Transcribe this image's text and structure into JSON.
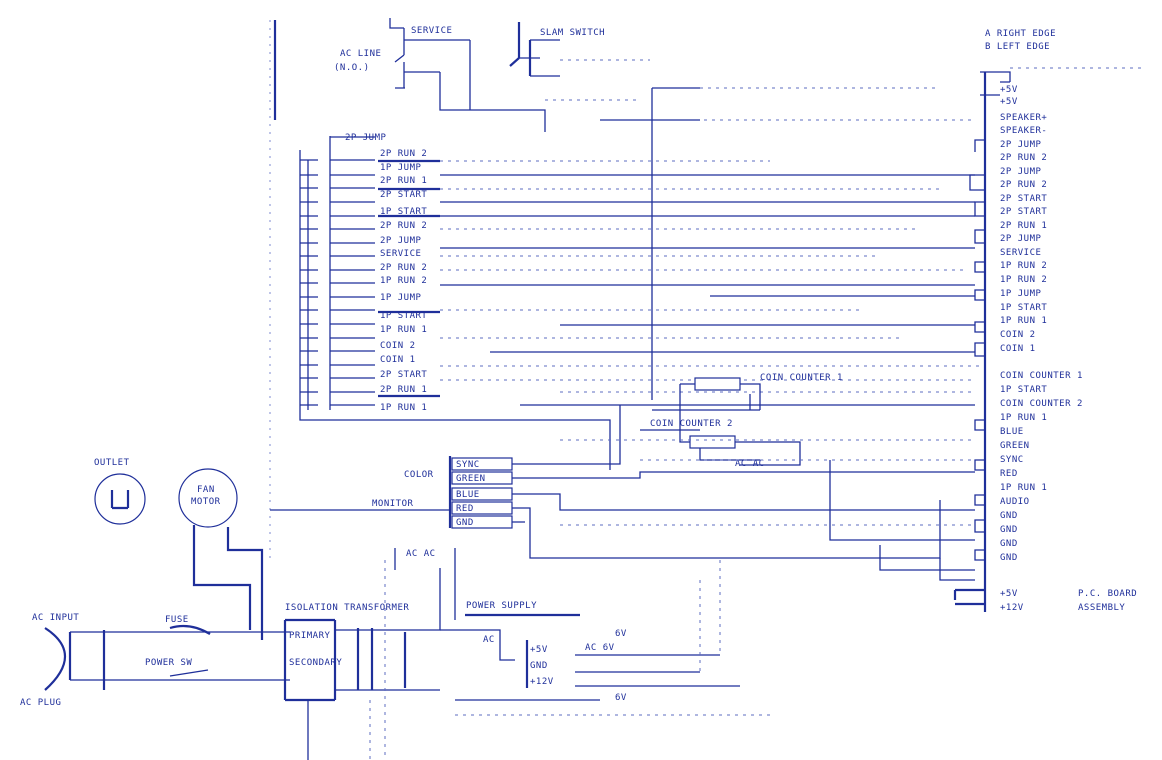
{
  "labels": {
    "ac_line_top": "AC LINE",
    "ac_line_bottom": "(N.O.)",
    "service": "SERVICE",
    "slam_switch": "SLAM SWITCH",
    "outlet": "OUTLET",
    "fan_motor_l1": "FAN",
    "fan_motor_l2": "MOTOR",
    "monitor": "MONITOR",
    "color": "COLOR",
    "sync": "SYNC",
    "green": "GREEN",
    "blue": "BLUE",
    "red": "RED",
    "gnd_mon": "GND",
    "ac_input": "AC INPUT",
    "ac_plug": "AC PLUG",
    "fuse": "FUSE",
    "power_switch": "POWER SW",
    "iso_transformer": "ISOLATION TRANSFORMER",
    "power_supply": "POWER SUPPLY",
    "primary": "PRIMARY",
    "secondary": "SECONDARY",
    "ac": "AC",
    "plus5v": "+5V",
    "gnd": "GND",
    "plus12v": "+12V",
    "six_v": "6V",
    "a6v": "AC 6V",
    "coin_counter_1": "COIN COUNTER 1",
    "coin_counter_2": "COIN COUNTER 2",
    "pc_board_l1": "P.C. BOARD",
    "pc_board_l2": "ASSEMBLY",
    "legend_a": "A  RIGHT EDGE",
    "legend_b": "B  LEFT EDGE",
    "ac_ac": "AC AC"
  },
  "left_switch_labels": [
    "2P JUMP",
    "2P RUN 2",
    "1P JUMP",
    "2P RUN 1",
    "2P START",
    "1P START",
    "2P RUN 2",
    "2P JUMP",
    "SERVICE",
    "2P RUN 2",
    "1P RUN 2",
    "1P JUMP",
    "1P START",
    "1P RUN 1",
    "COIN 2",
    "COIN 1",
    "2P START",
    "2P RUN 1",
    "1P RUN 1"
  ],
  "right_pins": [
    "+5V",
    "+5V",
    "SPEAKER+",
    "SPEAKER-",
    "2P JUMP",
    "2P RUN 2",
    "2P JUMP",
    "2P RUN 2",
    "2P START",
    "2P START",
    "2P RUN 1",
    "2P JUMP",
    "SERVICE",
    "1P RUN 2",
    "1P RUN 2",
    "1P JUMP",
    "1P START",
    "1P RUN 1",
    "COIN 2",
    "COIN 1",
    "COIN COUNTER 1",
    "1P START",
    "COIN COUNTER 2",
    "1P RUN 1",
    "BLUE",
    "GREEN",
    "SYNC",
    "RED",
    "1P RUN 1",
    "AUDIO",
    "GND",
    "GND",
    "GND",
    "GND",
    "+5V",
    "+12V"
  ]
}
